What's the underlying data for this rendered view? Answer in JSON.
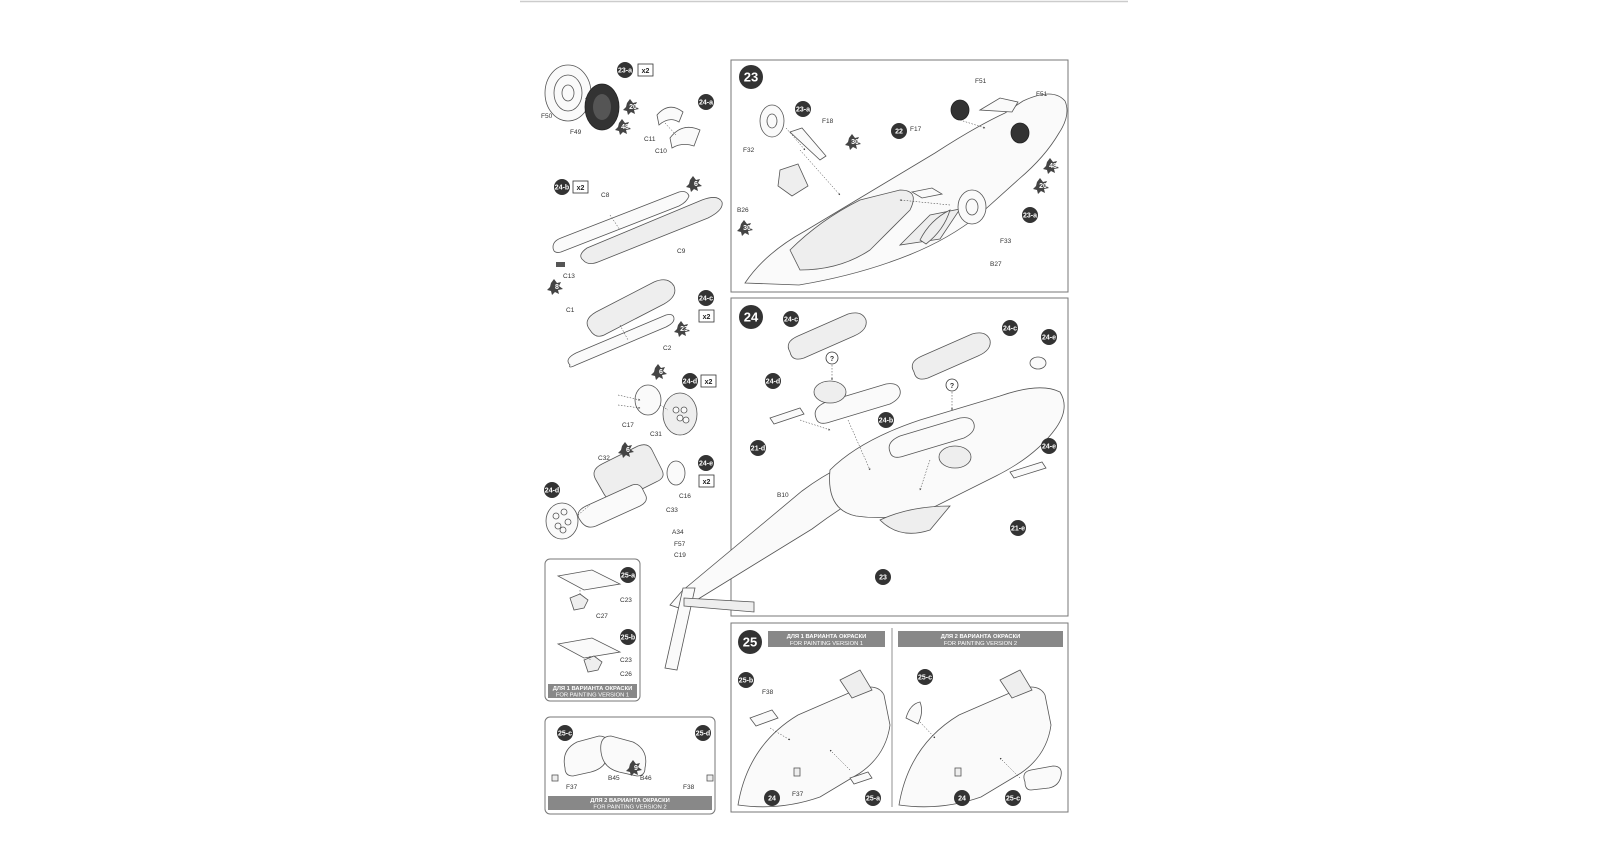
{
  "steps": {
    "s23": "23",
    "s24": "24",
    "s25": "25"
  },
  "sub_badges": {
    "b23a_left": "23-a",
    "b24a_left": "24-a",
    "b24b_left": "24-b",
    "b24c_left": "24-c",
    "b24d_left": "24-d",
    "b24e_left": "24-e",
    "b24d_ref": "24-d",
    "b25a": "25-a",
    "b25b": "25-b",
    "b25c_left": "25-c",
    "b25d_left": "25-d",
    "b23a_s23_a": "23-a",
    "b23a_s23_b": "23-a",
    "b22": "22",
    "b24c_s24_a": "24-c",
    "b24c_s24_b": "24-c",
    "b24e_s24_a": "24-e",
    "b24e_s24_b": "24-e",
    "b24d_s24": "24-d",
    "b24b_s24": "24-b",
    "b21d": "21-d",
    "b21e": "21-e",
    "b23": "23",
    "b25b_s25": "25-b",
    "b25a_s25": "25-a",
    "b24_s25a": "24",
    "b25c_s25_a": "25-c",
    "b25c_s25_b": "25-c",
    "b24_s25b": "24"
  },
  "quantities": {
    "q23a": "x2",
    "q24b": "x2",
    "q24c": "x2",
    "q24d": "x2",
    "q24e": "x2"
  },
  "paint_codes": {
    "p20a": "20",
    "p48a": "48",
    "p6a": "6",
    "p8a": "8",
    "p23a": "23",
    "p6b": "6",
    "p6c": "6",
    "p9a": "9",
    "p30a": "30",
    "p30b": "30",
    "p48b": "48",
    "p20b": "20"
  },
  "part_labels": {
    "F50": "F50",
    "F49": "F49",
    "C11": "C11",
    "C10": "C10",
    "C8": "C8",
    "C9": "C9",
    "C13": "C13",
    "C1": "C1",
    "C2": "C2",
    "C17": "C17",
    "C31": "C31",
    "C32": "C32",
    "C16": "C16",
    "C33": "C33",
    "C23a": "C23",
    "C27": "C27",
    "C23b": "C23",
    "C26": "C26",
    "F37a": "F37",
    "B45": "B45",
    "B46": "B46",
    "F38a": "F38",
    "F51a": "F51",
    "F51b": "F51",
    "F18": "F18",
    "F32": "F32",
    "F17": "F17",
    "B26": "B26",
    "F33": "F33",
    "B27": "B27",
    "B10": "B10",
    "A34": "A34",
    "F57": "F57",
    "C19": "C19",
    "F38b": "F38",
    "F37b": "F37"
  },
  "painting": {
    "v1_ru": "ДЛЯ 1 ВАРИАНТА ОКРАСКИ",
    "v1_en": "FOR PAINTING VERSION 1",
    "v2_ru": "ДЛЯ 2 ВАРИАНТА ОКРАСКИ",
    "v2_en": "FOR PAINTING VERSION 2"
  },
  "question_mark": "?"
}
